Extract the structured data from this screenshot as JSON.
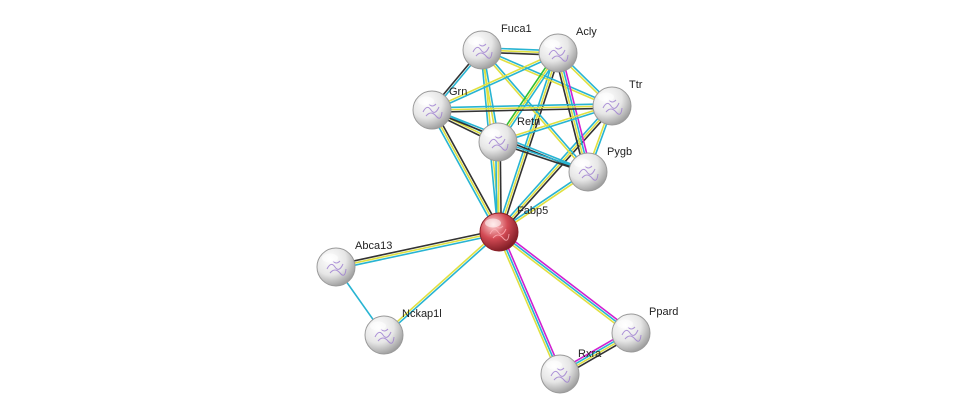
{
  "network": {
    "nodes": [
      {
        "id": "Fuca1",
        "label": "Fuca1",
        "query": false
      },
      {
        "id": "Acly",
        "label": "Acly",
        "query": false
      },
      {
        "id": "Grn",
        "label": "Grn",
        "query": false
      },
      {
        "id": "Ttr",
        "label": "Ttr",
        "query": false
      },
      {
        "id": "Retn",
        "label": "Retn",
        "query": false
      },
      {
        "id": "Pygb",
        "label": "Pygb",
        "query": false
      },
      {
        "id": "Fabp5",
        "label": "Fabp5",
        "query": true
      },
      {
        "id": "Abca13",
        "label": "Abca13",
        "query": false
      },
      {
        "id": "Nckap1l",
        "label": "Nckap1l",
        "query": false
      },
      {
        "id": "Ppard",
        "label": "Ppard",
        "query": false
      },
      {
        "id": "Rxra",
        "label": "Rxra",
        "query": false
      }
    ],
    "edge_colors": {
      "cyan": "#28b4d2",
      "yellow": "#e0e040",
      "black": "#333333",
      "magenta": "#d020d0",
      "green": "#30c030"
    },
    "node_colors": {
      "query": "#d24a54",
      "default": "#e8e8e8"
    },
    "edges": [
      {
        "source": "Fabp5",
        "target": "Grn",
        "colors": [
          "cyan",
          "yellow",
          "black"
        ]
      },
      {
        "source": "Fabp5",
        "target": "Fuca1",
        "colors": [
          "cyan",
          "yellow"
        ]
      },
      {
        "source": "Fabp5",
        "target": "Acly",
        "colors": [
          "cyan",
          "yellow",
          "black"
        ]
      },
      {
        "source": "Fabp5",
        "target": "Retn",
        "colors": [
          "cyan",
          "yellow",
          "black"
        ]
      },
      {
        "source": "Fabp5",
        "target": "Ttr",
        "colors": [
          "cyan",
          "yellow",
          "black"
        ]
      },
      {
        "source": "Fabp5",
        "target": "Pygb",
        "colors": [
          "cyan",
          "yellow"
        ]
      },
      {
        "source": "Fabp5",
        "target": "Abca13",
        "colors": [
          "cyan",
          "yellow",
          "black"
        ]
      },
      {
        "source": "Fabp5",
        "target": "Nckap1l",
        "colors": [
          "cyan",
          "yellow"
        ]
      },
      {
        "source": "Fabp5",
        "target": "Ppard",
        "colors": [
          "magenta",
          "cyan",
          "yellow"
        ]
      },
      {
        "source": "Fabp5",
        "target": "Rxra",
        "colors": [
          "magenta",
          "cyan",
          "yellow"
        ]
      },
      {
        "source": "Abca13",
        "target": "Nckap1l",
        "colors": [
          "cyan"
        ]
      },
      {
        "source": "Rxra",
        "target": "Ppard",
        "colors": [
          "magenta",
          "cyan",
          "yellow",
          "black"
        ]
      },
      {
        "source": "Fuca1",
        "target": "Acly",
        "colors": [
          "cyan",
          "yellow",
          "black"
        ]
      },
      {
        "source": "Fuca1",
        "target": "Grn",
        "colors": [
          "cyan",
          "black"
        ]
      },
      {
        "source": "Fuca1",
        "target": "Ttr",
        "colors": [
          "cyan",
          "yellow"
        ]
      },
      {
        "source": "Fuca1",
        "target": "Retn",
        "colors": [
          "cyan",
          "yellow"
        ]
      },
      {
        "source": "Fuca1",
        "target": "Pygb",
        "colors": [
          "cyan",
          "yellow"
        ]
      },
      {
        "source": "Acly",
        "target": "Grn",
        "colors": [
          "cyan",
          "yellow"
        ]
      },
      {
        "source": "Acly",
        "target": "Ttr",
        "colors": [
          "cyan",
          "yellow"
        ]
      },
      {
        "source": "Acly",
        "target": "Retn",
        "colors": [
          "cyan",
          "yellow",
          "green"
        ]
      },
      {
        "source": "Acly",
        "target": "Pygb",
        "colors": [
          "magenta",
          "cyan",
          "yellow",
          "black"
        ]
      },
      {
        "source": "Grn",
        "target": "Ttr",
        "colors": [
          "cyan",
          "yellow",
          "black"
        ]
      },
      {
        "source": "Grn",
        "target": "Retn",
        "colors": [
          "cyan",
          "yellow",
          "black"
        ]
      },
      {
        "source": "Grn",
        "target": "Pygb",
        "colors": [
          "cyan",
          "black"
        ]
      },
      {
        "source": "Ttr",
        "target": "Retn",
        "colors": [
          "cyan",
          "yellow"
        ]
      },
      {
        "source": "Ttr",
        "target": "Pygb",
        "colors": [
          "cyan",
          "yellow"
        ]
      },
      {
        "source": "Retn",
        "target": "Pygb",
        "colors": [
          "cyan",
          "black"
        ]
      }
    ]
  }
}
